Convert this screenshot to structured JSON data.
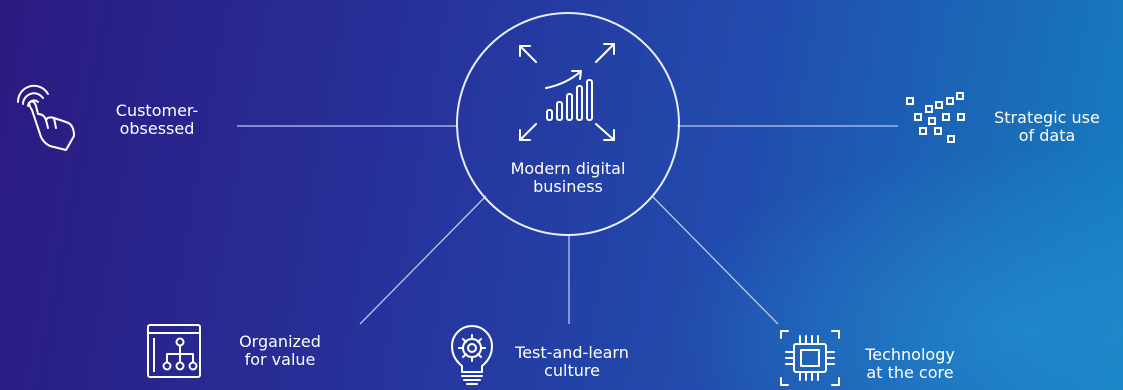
{
  "diagram": {
    "center": {
      "label": "Modern digital\nbusiness",
      "icon": "growth-chart-expand-icon"
    },
    "nodes": [
      {
        "id": "customer",
        "label": "Customer-\nobsessed",
        "icon": "touch-hand-icon"
      },
      {
        "id": "data",
        "label": "Strategic use\nof data",
        "icon": "data-squares-icon"
      },
      {
        "id": "organized",
        "label": "Organized\nfor value",
        "icon": "org-chart-window-icon"
      },
      {
        "id": "testlearn",
        "label": "Test-and-learn\nculture",
        "icon": "lightbulb-gear-icon"
      },
      {
        "id": "technology",
        "label": "Technology\nat the core",
        "icon": "chip-icon"
      }
    ]
  },
  "colors": {
    "background_left": "#2a1a80",
    "background_right": "#157fc0",
    "line": "#b9c8ee",
    "text": "#ffffff"
  }
}
